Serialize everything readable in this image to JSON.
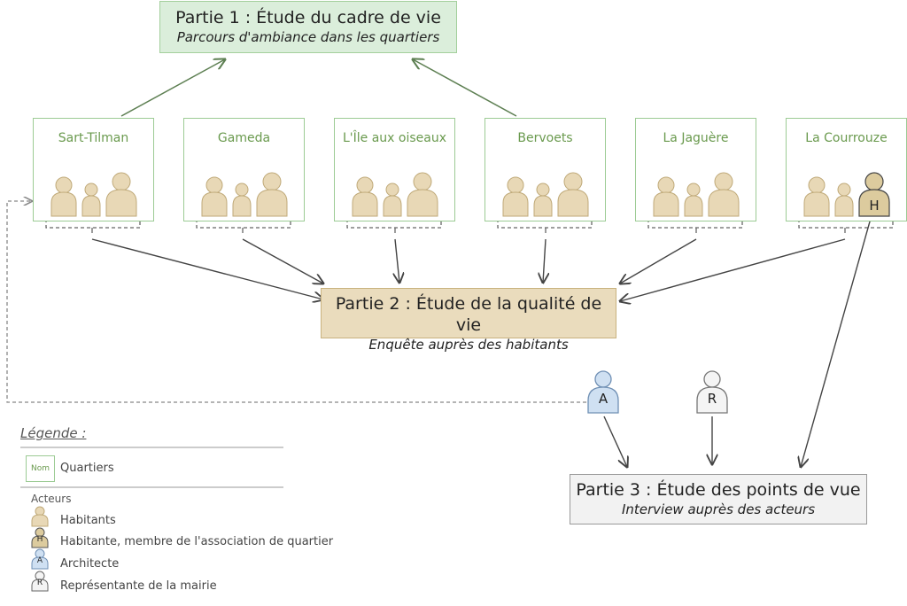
{
  "part1": {
    "title": "Partie 1 : Étude du cadre de vie",
    "subtitle": "Parcours d'ambiance dans les quartiers"
  },
  "part2": {
    "title": "Partie 2 : Étude de la qualité de vie",
    "subtitle": "Enquête auprès des habitants"
  },
  "part3": {
    "title": "Partie 3 : Étude des points de vue",
    "subtitle": "Interview auprès des acteurs"
  },
  "neighborhoods": [
    "Sart-Tilman",
    "Gameda",
    "L'Île aux oiseaux",
    "Bervoets",
    "La Jaguère",
    "La Courrouze"
  ],
  "actors": {
    "habitante_letter": "H",
    "architecte_letter": "A",
    "representante_letter": "R"
  },
  "legend": {
    "title": "Légende :",
    "nom_sample": "Nom",
    "quartiers": "Quartiers",
    "actors_heading": "Acteurs",
    "habitants": "Habitants",
    "habitante_asso": "Habitante, membre de l'association de quartier",
    "architecte": "Architecte",
    "representante": "Représentante de la mairie"
  },
  "colors": {
    "habitant_fill": "#e8d8b6",
    "habitant_stroke": "#bfa978",
    "habitante_fill": "#dccb9e",
    "architecte_fill": "#cfe0f2",
    "architecte_stroke": "#6f8fb4",
    "representante_fill": "#f4f4f4",
    "representante_stroke": "#777777",
    "arrow_green": "#5d7f52",
    "arrow_dark": "#444444"
  }
}
